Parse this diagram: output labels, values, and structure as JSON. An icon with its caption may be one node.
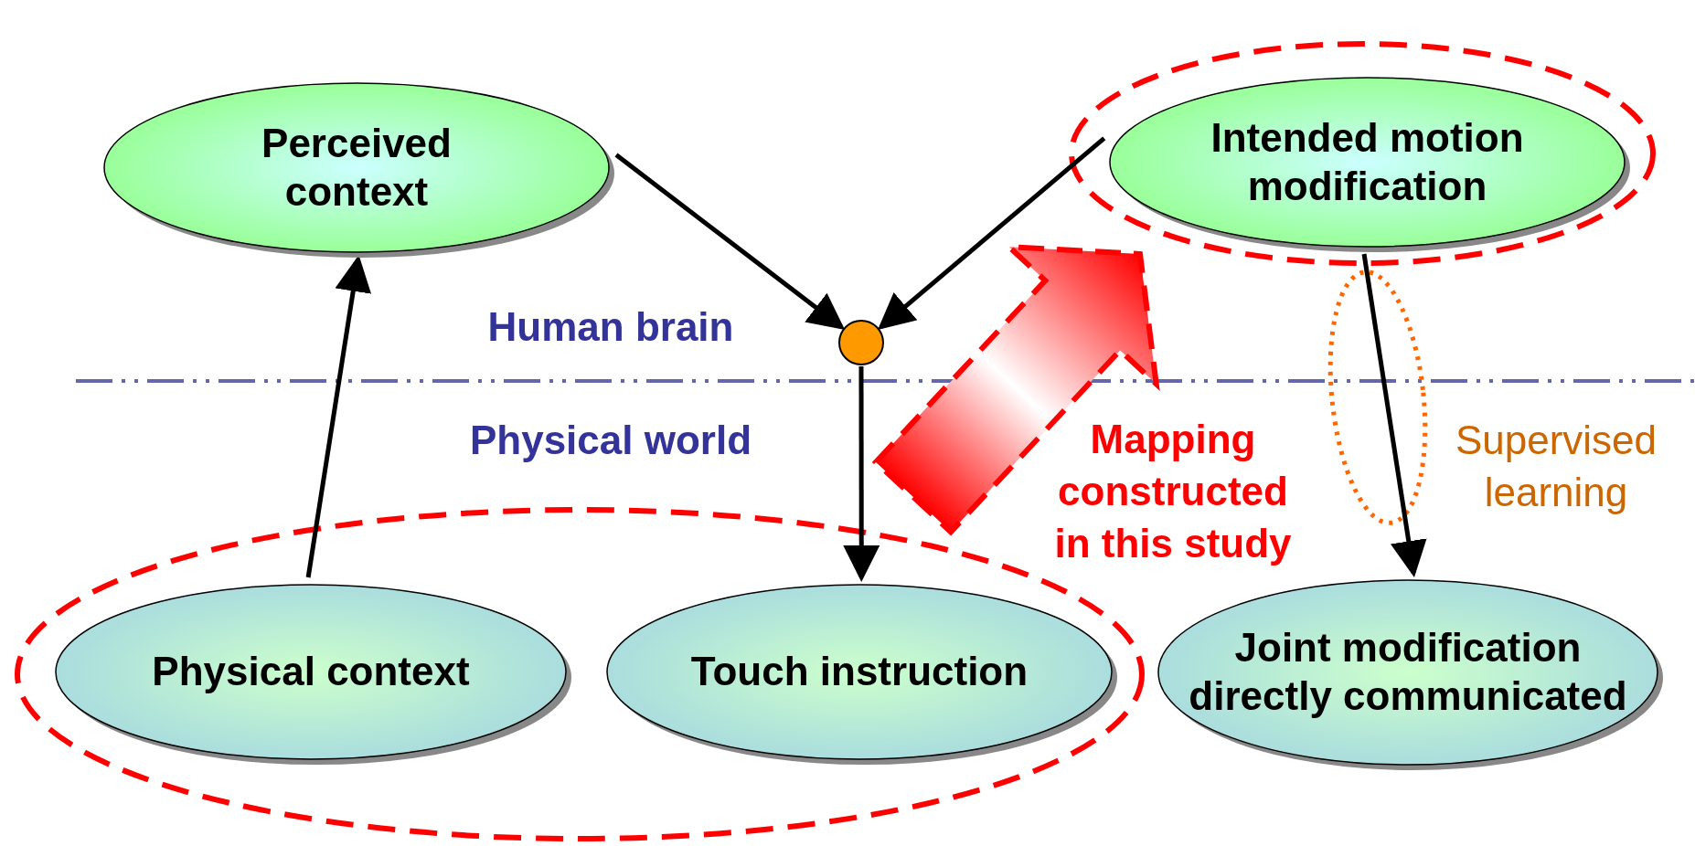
{
  "diagram": {
    "nodes": [
      {
        "text": [
          "Perceived context"
        ]
      },
      {
        "text": [
          "Intended motion modification"
        ]
      },
      {
        "text": [],
        "shape": "circle"
      },
      {
        "text": [
          "Physical context"
        ]
      },
      {
        "text": [
          "Touch instruction"
        ]
      },
      {
        "text": [
          "Joint modification directly communicated"
        ]
      }
    ],
    "edges": [
      {
        "from": 3,
        "to": 0,
        "arrow": "to"
      },
      {
        "from": 0,
        "to": 2,
        "arrow": "to"
      },
      {
        "from": 1,
        "to": 2,
        "arrow": "to"
      },
      {
        "from": 2,
        "to": 4,
        "arrow": "to"
      },
      {
        "from": 1,
        "to": 5,
        "arrow": "to"
      }
    ],
    "labels": [
      "Human brain",
      "Physical world",
      "Mapping constructed in this study",
      "Supervised learning"
    ]
  }
}
